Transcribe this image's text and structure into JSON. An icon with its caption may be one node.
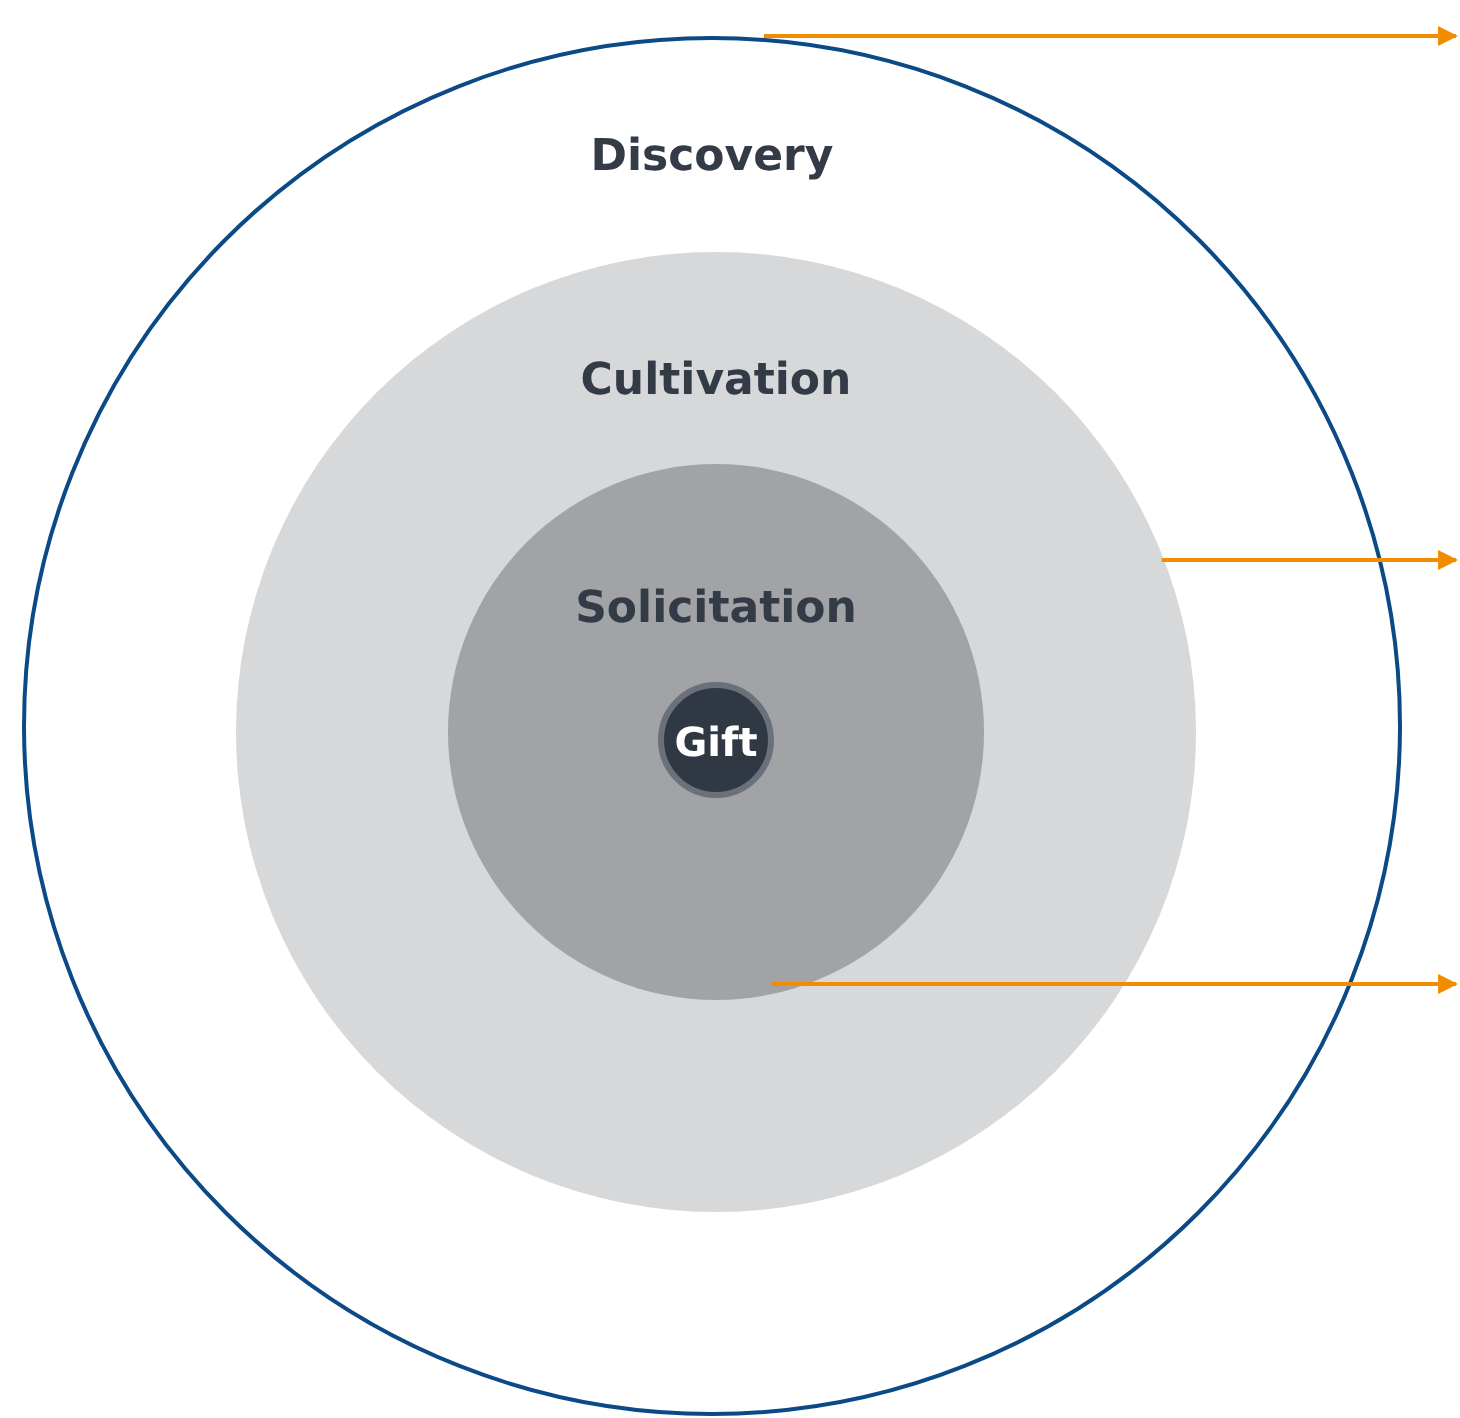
{
  "diagram": {
    "nodes": [
      {
        "text": [
          "Discovery"
        ]
      },
      {
        "text": [
          "Cultivation"
        ],
        "in": 0
      },
      {
        "text": [
          "Solicitation"
        ],
        "in": 1
      },
      {
        "text": [
          "Gift"
        ],
        "in": 2
      }
    ],
    "edges": [
      {
        "from": 0,
        "to": null,
        "arrow": "to"
      },
      {
        "from": 1,
        "to": null,
        "arrow": "to"
      },
      {
        "from": 2,
        "to": null,
        "arrow": "to"
      }
    ]
  }
}
